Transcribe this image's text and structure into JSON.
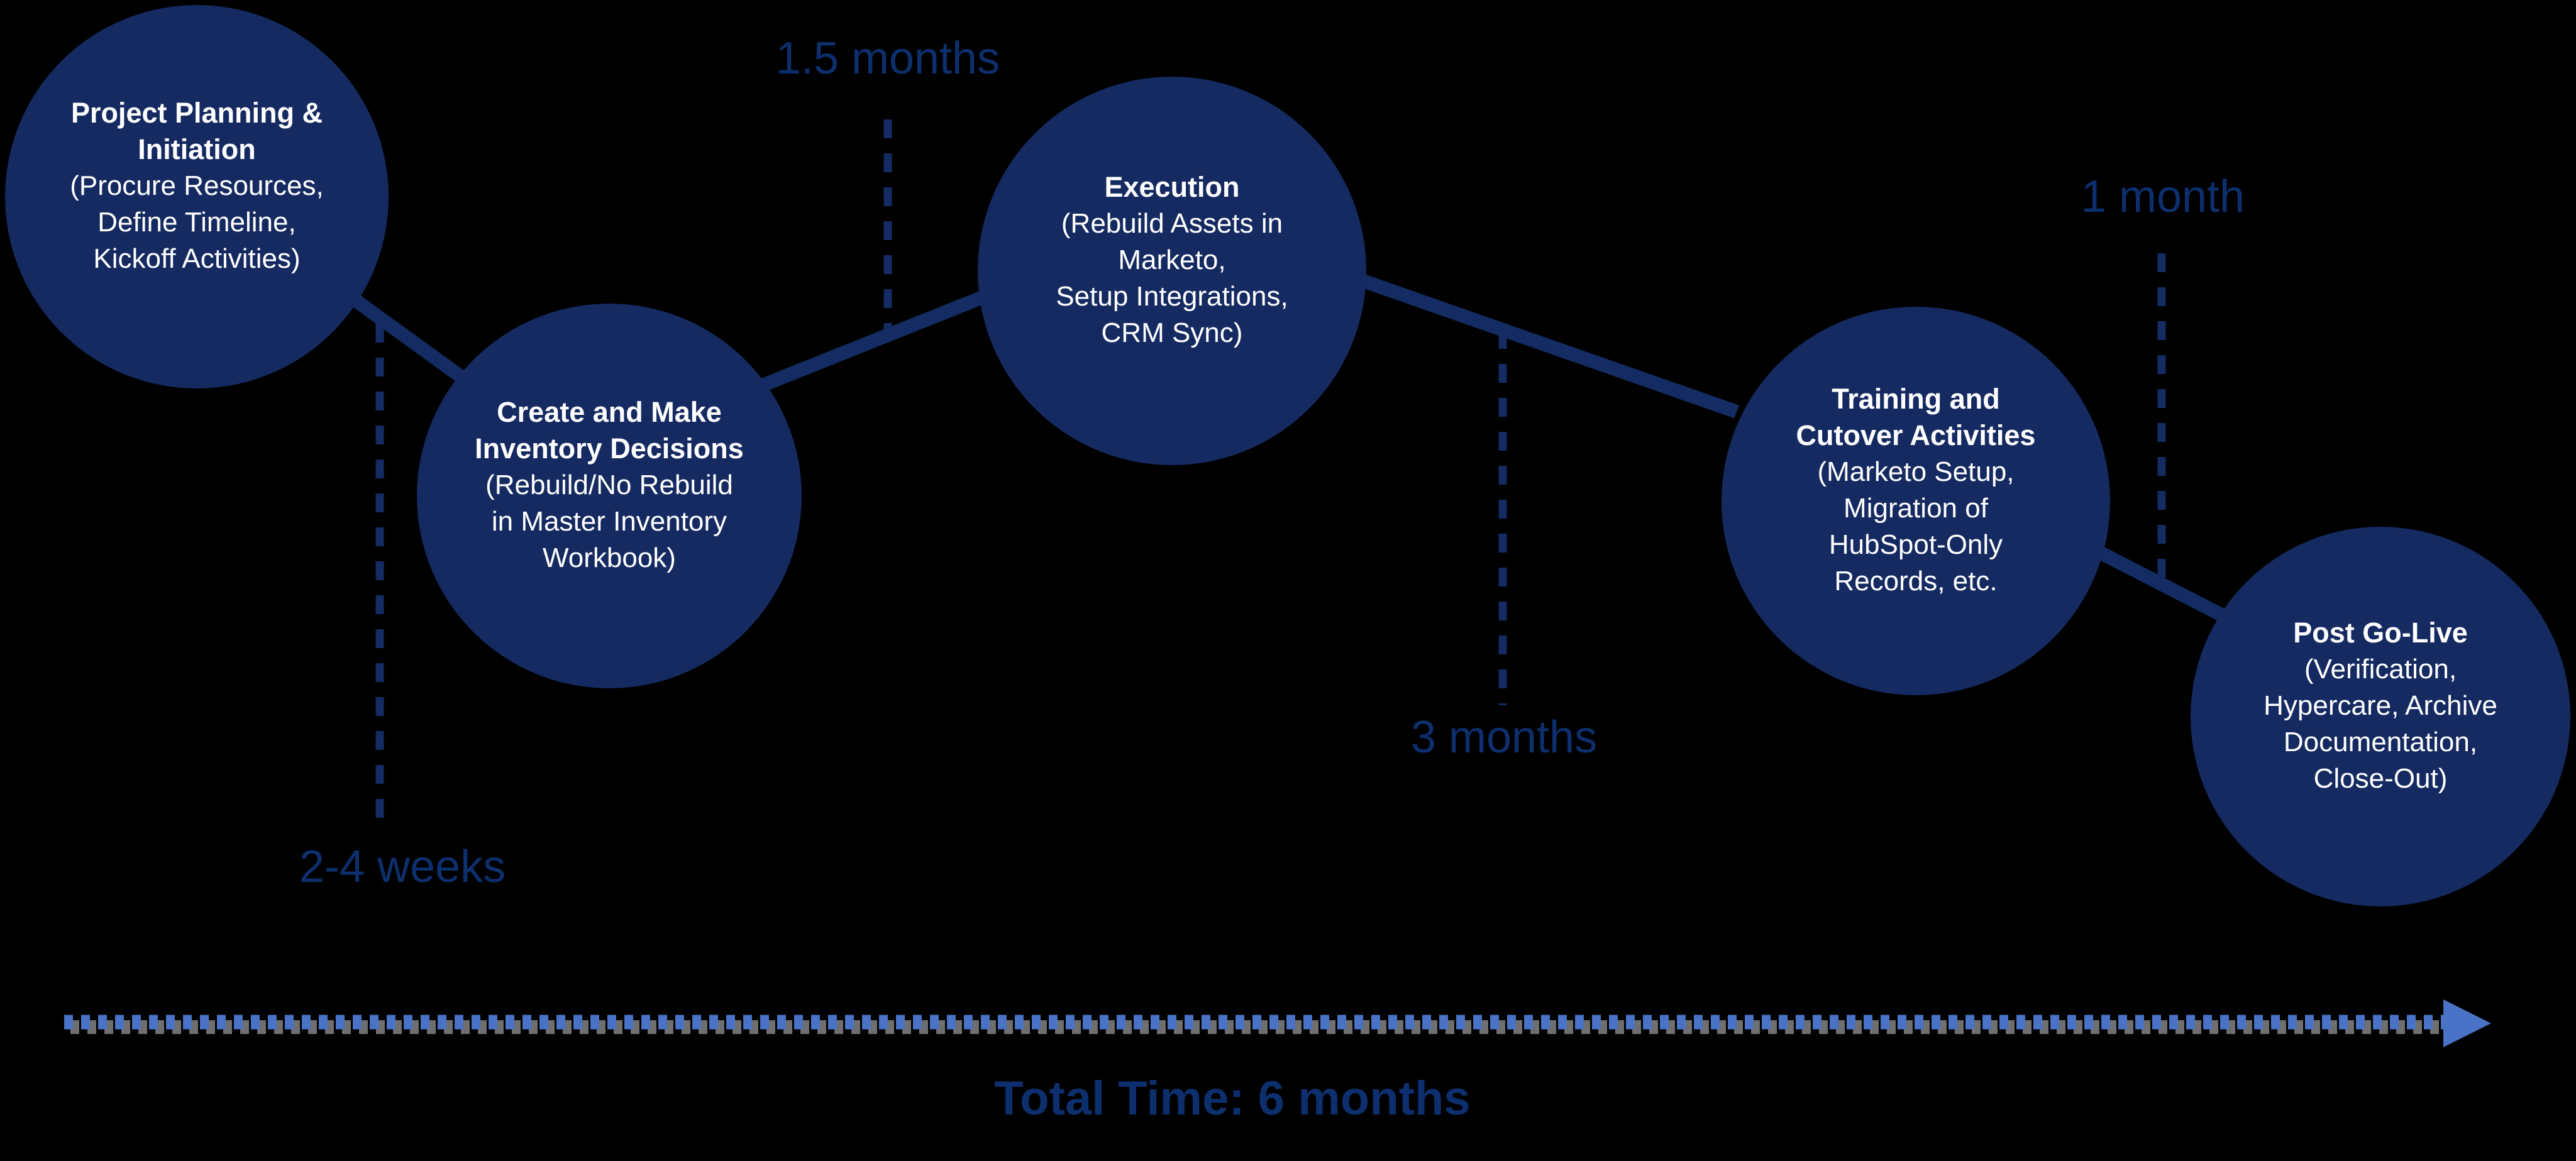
{
  "diagram": {
    "phases": [
      {
        "title": [
          "Project Planning &",
          "Initiation"
        ],
        "subtitle": [
          "(Procure Resources,",
          "Define Timeline,",
          "Kickoff Activities)"
        ]
      },
      {
        "title": [
          "Create and Make",
          "Inventory Decisions"
        ],
        "subtitle": [
          "(Rebuild/No Rebuild",
          "in Master Inventory",
          "Workbook)"
        ]
      },
      {
        "title": [
          "Execution"
        ],
        "subtitle": [
          "(Rebuild Assets in",
          "Marketo,",
          "Setup Integrations,",
          "CRM Sync)"
        ]
      },
      {
        "title": [
          "Training and",
          "Cutover Activities"
        ],
        "subtitle": [
          "(Marketo Setup,",
          "Migration of",
          "HubSpot-Only",
          "Records, etc."
        ]
      },
      {
        "title": [
          "Post Go-Live"
        ],
        "subtitle": [
          "(Verification,",
          "Hypercare, Archive",
          "Documentation,",
          "Close-Out)"
        ]
      }
    ],
    "durations": [
      {
        "label": "2-4 weeks"
      },
      {
        "label": "1.5 months"
      },
      {
        "label": "3 months"
      },
      {
        "label": "1 month"
      }
    ],
    "total_label": "Total Time: 6 months",
    "colors": {
      "circle-fill": "#152a61",
      "connector": "#142c63",
      "label-text": "#0d2f6e",
      "circle-text": "#ffffff",
      "axis-blue": "#4a73c8",
      "axis-shadow": "#6f6f6f",
      "background": "#000000"
    }
  }
}
